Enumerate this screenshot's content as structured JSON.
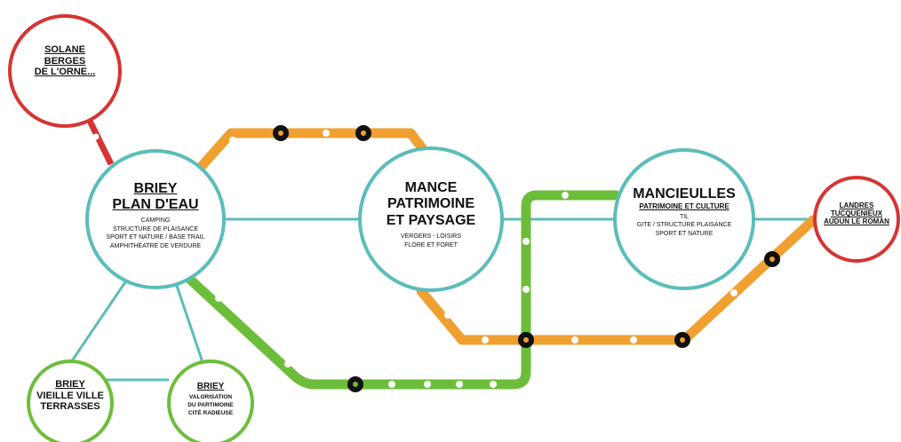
{
  "colors": {
    "orange_line": "#F0A030",
    "green_line": "#6CBE3A",
    "teal_line": "#5BBDBA",
    "red_line": "#D63432",
    "node_stroke_teal": "#5BBDBA",
    "node_stroke_red": "#D63432",
    "node_stroke_green": "#6CBE3A"
  },
  "nodes": {
    "solane": {
      "title_lines": [
        "SOLANE",
        "BERGES",
        "DE L'ORNE..."
      ]
    },
    "briey_plan": {
      "title_lines": [
        "BRIEY",
        "PLAN D'EAU"
      ],
      "subtitle_lines": [
        "CAMPING",
        "STRUCTURE DE PLAISANCE",
        "SPORT ET NATURE / BASE TRAIL",
        "AMPHITHÉATRE DE VERDURE"
      ]
    },
    "mance": {
      "title_lines": [
        "MANCE",
        "PATRIMOINE",
        "ET PAYSAGE"
      ],
      "subtitle_lines": [
        "VERGERS - LOISIRS",
        "FLORE ET FORET"
      ]
    },
    "mancieulles": {
      "title": "MANCIEULLES",
      "heading": "PATRIMOINE ET CULTURE",
      "subtitle_lines": [
        "TIL",
        "GITE / STRUCTURE PLAISANCE",
        "SPORT ET NATURE"
      ]
    },
    "landres": {
      "title_lines": [
        "LANDRES",
        "TUCQUENIEUX",
        "AUDUN LE ROMAN"
      ]
    },
    "briey_vieille": {
      "title_lines": [
        "BRIEY",
        "VIEILLE VILLE",
        "TERRASSES"
      ]
    },
    "briey_valo": {
      "title": "BRIEY",
      "subtitle_lines": [
        "VALORISATION",
        "DU PARTIMOINE",
        "CITÉ RADIEUSE"
      ]
    }
  }
}
